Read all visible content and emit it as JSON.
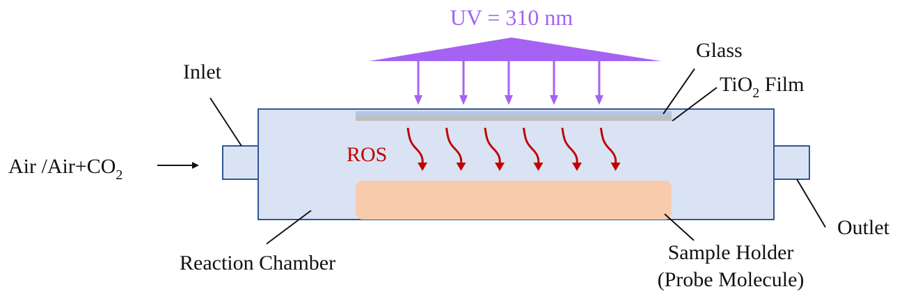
{
  "title": "Photocatalytic reaction chamber schematic",
  "colors": {
    "uv": "#A463F2",
    "ros": "#C00000",
    "chamber_fill": "#DAE3F3",
    "chamber_stroke": "#2F5597",
    "glass": "#B4C7E7",
    "film": "#BFBFBF",
    "sample": "#F8CBAD",
    "text": "#111111"
  },
  "labels": {
    "uv": "UV = 310 nm",
    "glass": "Glass",
    "tio2_prefix": "TiO",
    "tio2_sub": "2",
    "tio2_suffix": " Film",
    "inlet": "Inlet",
    "outlet": "Outlet",
    "gas_prefix": "Air /Air+CO",
    "gas_sub": "2",
    "ros": "ROS",
    "reaction_chamber": "Reaction Chamber",
    "sample_holder_line1": "Sample Holder",
    "sample_holder_line2": "(Probe Molecule)"
  },
  "uv_arrow_count": 5,
  "ros_arrow_count": 6
}
